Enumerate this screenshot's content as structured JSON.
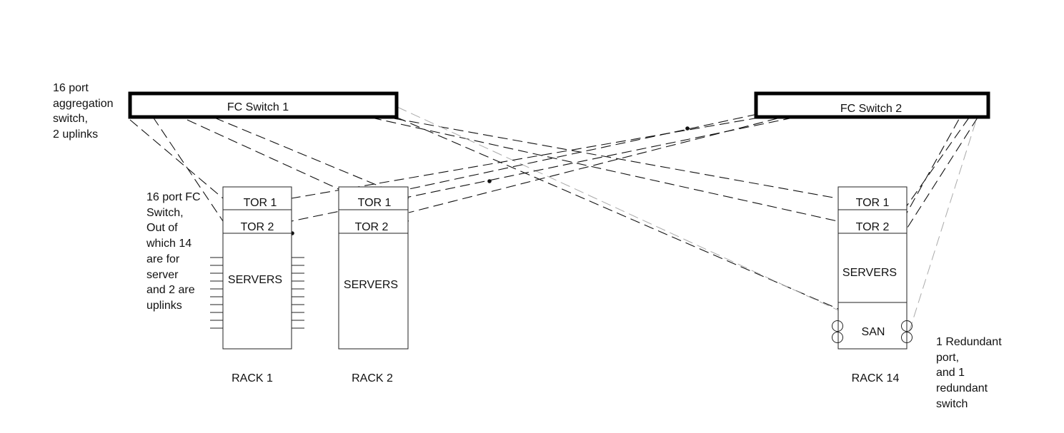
{
  "switches": {
    "fc1": {
      "label": "FC Switch 1"
    },
    "fc2": {
      "label": "FC Switch 2"
    }
  },
  "annotations": {
    "aggregation_note": [
      "16 port",
      "aggregation",
      "switch,",
      "2 uplinks"
    ],
    "tor_note": [
      "16 port FC",
      "Switch,",
      "Out of",
      "which 14",
      "are for",
      "server",
      "and 2 are",
      "uplinks"
    ],
    "redundant_note": [
      "1 Redundant",
      "port,",
      "and 1",
      "redundant",
      "switch"
    ]
  },
  "racks": [
    {
      "name": "RACK 1",
      "tor1": "TOR 1",
      "tor2": "TOR 2",
      "servers": "SERVERS"
    },
    {
      "name": "RACK 2",
      "tor1": "TOR 1",
      "tor2": "TOR 2",
      "servers": "SERVERS"
    },
    {
      "name": "RACK 14",
      "tor1": "TOR 1",
      "tor2": "TOR 2",
      "servers": "SERVERS",
      "san": "SAN"
    }
  ]
}
